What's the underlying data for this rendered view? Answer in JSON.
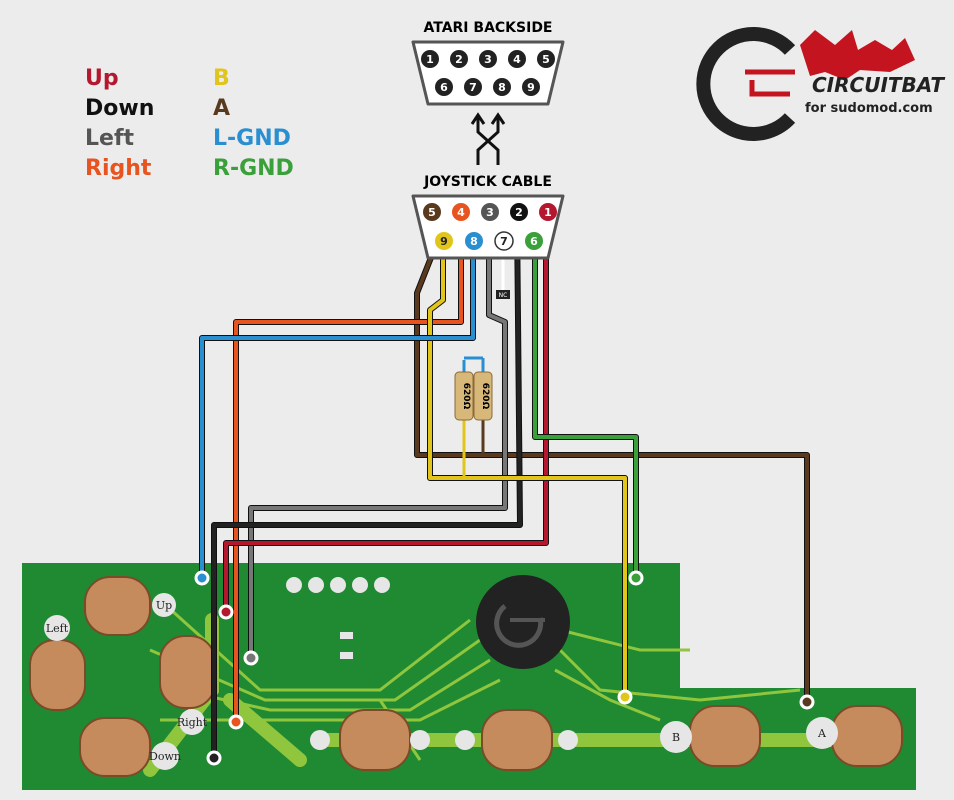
{
  "legend": {
    "left": [
      {
        "label": "Up",
        "color": "#b5172f"
      },
      {
        "label": "Down",
        "color": "#111111"
      },
      {
        "label": "Left",
        "color": "#555555"
      },
      {
        "label": "Right",
        "color": "#e8541f"
      }
    ],
    "right": [
      {
        "label": "B",
        "color": "#e2c51a"
      },
      {
        "label": "A",
        "color": "#5a3a1e"
      },
      {
        "label": "L-GND",
        "color": "#2a8fd0"
      },
      {
        "label": "R-GND",
        "color": "#3aa03a"
      }
    ]
  },
  "atari": {
    "title": "ATARI BACKSIDE",
    "pins_top": [
      "1",
      "2",
      "3",
      "4",
      "5"
    ],
    "pins_bottom": [
      "6",
      "7",
      "8",
      "9"
    ]
  },
  "joystick": {
    "title": "JOYSTICK CABLE",
    "pins_top": [
      "5",
      "4",
      "3",
      "2",
      "1"
    ],
    "pins_bottom": [
      "9",
      "8",
      "7",
      "6"
    ],
    "nc": "NC",
    "top_colors": [
      "#5a3a1e",
      "#e8541f",
      "#555555",
      "#111111",
      "#b5172f"
    ],
    "bottom_colors": [
      "#e2c51a",
      "#2a8fd0",
      "#ffffff",
      "#3aa03a"
    ]
  },
  "resistors": [
    "620Ω",
    "620Ω"
  ],
  "logo": {
    "brand": "CIRCUITBAT",
    "tagline": "for sudomod.com",
    "accent": "#c4141f"
  },
  "pcb": {
    "labels": {
      "up": "Up",
      "left": "Left",
      "right": "Right",
      "down": "Down",
      "b": "B",
      "a": "A"
    },
    "board_color": "#1f8a32",
    "trace_color": "#8fc63e"
  }
}
